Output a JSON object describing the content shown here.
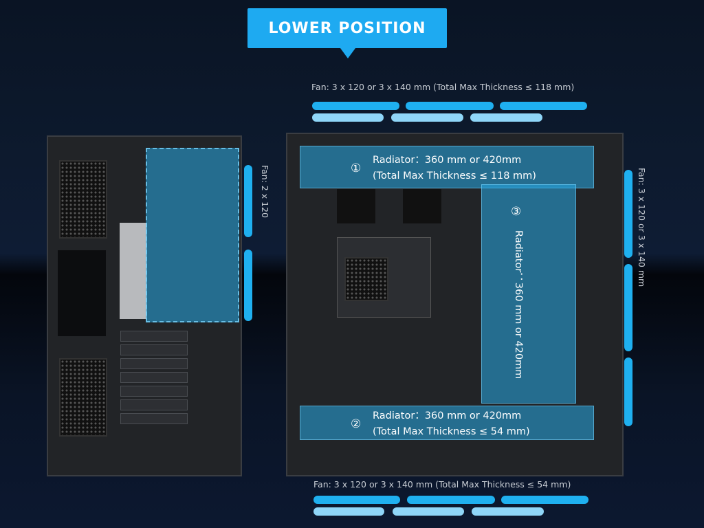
{
  "title": "LOWER POSITION",
  "top_fan": "Fan: 3 x 120  or 3 x 140 mm (Total Max Thickness ≤ 118 mm)",
  "bottom_fan": "Fan: 3 x 120  or 3 x 140 mm (Total Max Thickness ≤ 54 mm)",
  "right_fan": "Fan: 3 x 120  or 3 x 140 mm",
  "left_fan": "Fan: 2 x 120",
  "radiators": [
    {
      "num": "①",
      "line1": "Radiator：360 mm or 420mm",
      "line2": "(Total Max Thickness ≤ 118 mm)"
    },
    {
      "num": "②",
      "line1": "Radiator：360 mm or 420mm",
      "line2": "(Total Max Thickness ≤ 54 mm)"
    },
    {
      "num": "③",
      "line1": "Radiator：360 mm or 420mm"
    }
  ],
  "colors": {
    "accent": "#1eaaf1",
    "bar_dark": "#1fb0f0",
    "bar_light": "#8fd6f8"
  }
}
